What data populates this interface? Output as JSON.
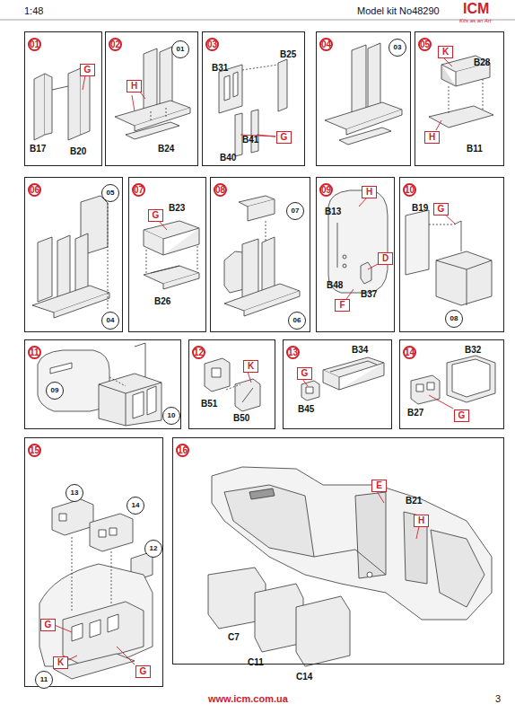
{
  "diagram": {
    "nodes": [
      {
        "text": [
          "01"
        ]
      },
      {
        "text": [
          "G"
        ],
        "in": 0
      },
      {
        "text": [
          "02"
        ]
      },
      {
        "text": [
          "01"
        ],
        "in": 2
      },
      {
        "text": [
          "H"
        ],
        "in": 2
      },
      {
        "text": [
          "03"
        ]
      },
      {
        "text": [
          "G"
        ],
        "in": 5
      },
      {
        "text": [
          "04"
        ]
      },
      {
        "text": [
          "03"
        ],
        "in": 7
      },
      {
        "text": [
          "05"
        ]
      },
      {
        "text": [
          "K"
        ],
        "in": 9
      },
      {
        "text": [
          "H"
        ],
        "in": 9
      },
      {
        "text": [
          "06"
        ]
      },
      {
        "text": [
          "05"
        ],
        "in": 12
      },
      {
        "text": [
          "04"
        ],
        "in": 12
      },
      {
        "text": [
          "07"
        ]
      },
      {
        "text": [
          "G"
        ],
        "in": 15
      },
      {
        "text": [
          "08"
        ]
      },
      {
        "text": [
          "07"
        ],
        "in": 17
      },
      {
        "text": [
          "06"
        ],
        "in": 17
      },
      {
        "text": [
          "09"
        ]
      },
      {
        "text": [
          "H"
        ],
        "in": 20
      },
      {
        "text": [
          "D"
        ],
        "in": 20
      },
      {
        "text": [
          "F"
        ],
        "in": 20
      },
      {
        "text": [
          "10"
        ]
      },
      {
        "text": [
          "G"
        ],
        "in": 24
      },
      {
        "text": [
          "08"
        ],
        "in": 24
      },
      {
        "text": [
          "11"
        ]
      },
      {
        "text": [
          "09"
        ],
        "in": 27
      },
      {
        "text": [
          "10"
        ],
        "in": 27
      },
      {
        "text": [
          "12"
        ]
      },
      {
        "text": [
          "K"
        ],
        "in": 30
      },
      {
        "text": [
          "13"
        ]
      },
      {
        "text": [
          "G"
        ],
        "in": 32
      },
      {
        "text": [
          "14"
        ]
      },
      {
        "text": [
          "G"
        ],
        "in": 34
      },
      {
        "text": [
          "15"
        ]
      },
      {
        "text": [
          "13"
        ],
        "in": 36
      },
      {
        "text": [
          "14"
        ],
        "in": 36
      },
      {
        "text": [
          "12"
        ],
        "in": 36
      },
      {
        "text": [
          "G"
        ],
        "in": 36
      },
      {
        "text": [
          "K"
        ],
        "in": 36
      },
      {
        "text": [
          "G"
        ],
        "in": 36
      },
      {
        "text": [
          "11"
        ],
        "in": 36
      },
      {
        "text": [
          "16"
        ]
      },
      {
        "text": [
          "E"
        ],
        "in": 44
      },
      {
        "text": [
          "H"
        ],
        "in": 44
      }
    ],
    "labels": [
      "1:48",
      "Model kit No48290",
      "ICM",
      "Kits as an Art",
      "B17",
      "B20",
      "B24",
      "B31",
      "B25",
      "B41",
      "B40",
      "B28",
      "B11",
      "B23",
      "B26",
      "B13",
      "B48",
      "B37",
      "B19",
      "B51",
      "B50",
      "B34",
      "B45",
      "B32",
      "B27",
      "B21",
      "C7",
      "C11",
      "C14",
      "www.icm.com.ua",
      "3"
    ]
  }
}
